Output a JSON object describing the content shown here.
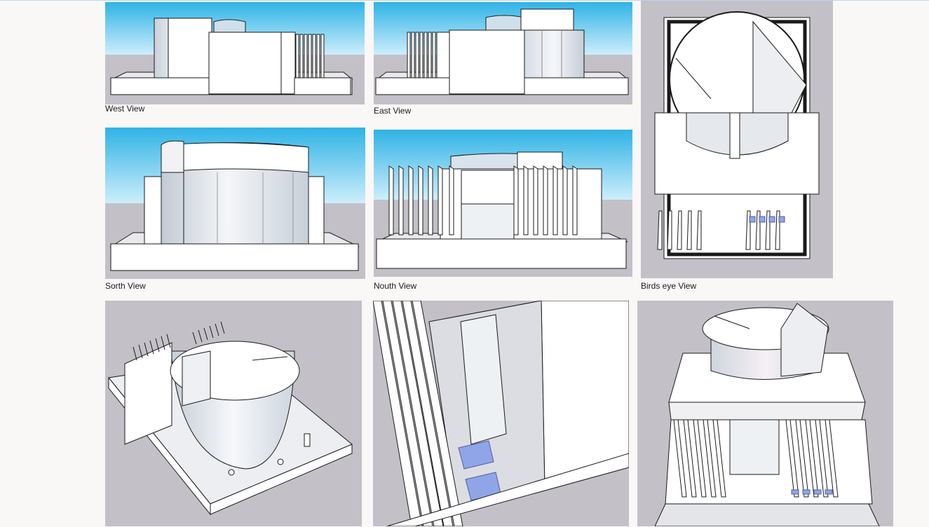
{
  "views": [
    {
      "id": "west",
      "caption": "West View"
    },
    {
      "id": "east",
      "caption": "East View"
    },
    {
      "id": "sorth",
      "caption": "Sorth View"
    },
    {
      "id": "nouth",
      "caption": "Nouth View"
    },
    {
      "id": "birds",
      "caption": "Birds eye View"
    }
  ],
  "colors": {
    "sky_top": "#2fb3e6",
    "sky_bottom": "#cdeefb",
    "ground": "#c3c0c8",
    "model_fill": "#ffffff",
    "outline": "#1a1a1a",
    "glass_tint": "#dfe6ee",
    "water": "#8fa5e8",
    "page_bg": "#faf7f7"
  }
}
